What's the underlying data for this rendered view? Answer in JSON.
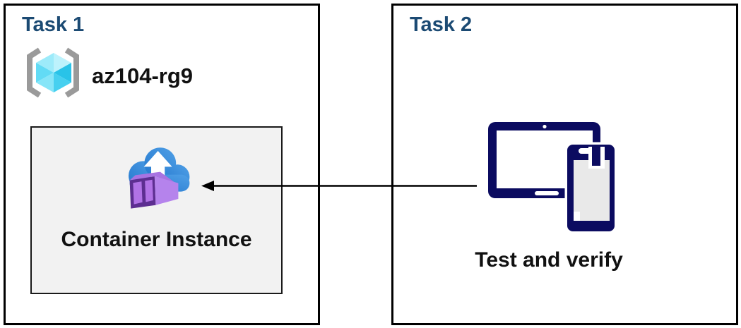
{
  "task1": {
    "title": "Task 1",
    "resource_group_name": "az104-rg9",
    "resource_group_icon": "resource-group-icon",
    "container_box": {
      "label": "Container Instance",
      "icon": "container-instance-icon"
    }
  },
  "task2": {
    "title": "Task 2",
    "caption": "Test and verify",
    "icon": "tablet-and-phone-devices-icon"
  },
  "arrow": {
    "points_from": "Test and verify",
    "points_to": "Container Instance",
    "direction": "right-to-left"
  },
  "colors": {
    "title_blue": "#1b4a73",
    "text_black": "#111111",
    "panel_border": "#000000",
    "container_box_fill": "#f2f2f2",
    "container_box_border": "#1a1a1a",
    "device_navy": "#0b0b60",
    "phone_screen_gray": "#e9e9e9",
    "cloud_blue_dark": "#2478ce",
    "cloud_blue_light": "#4f9fe6",
    "container_purple_dark": "#5d2e91",
    "container_purple_panel": "#b172e6",
    "container_purple_side": "#b583ec",
    "container_purple_top": "#a873e2",
    "cube_cyan_light": "#9debfa",
    "cube_cyan_lighter": "#bdf2fc",
    "cube_cyan_mid": "#62dbf5",
    "cube_cyan_mid2": "#86e5f8",
    "cube_cyan_dark": "#29c3e8",
    "cube_cyan_dark2": "#47d0f0",
    "bracket_gray": "#9a9a9a",
    "arrow_black": "#000000"
  }
}
